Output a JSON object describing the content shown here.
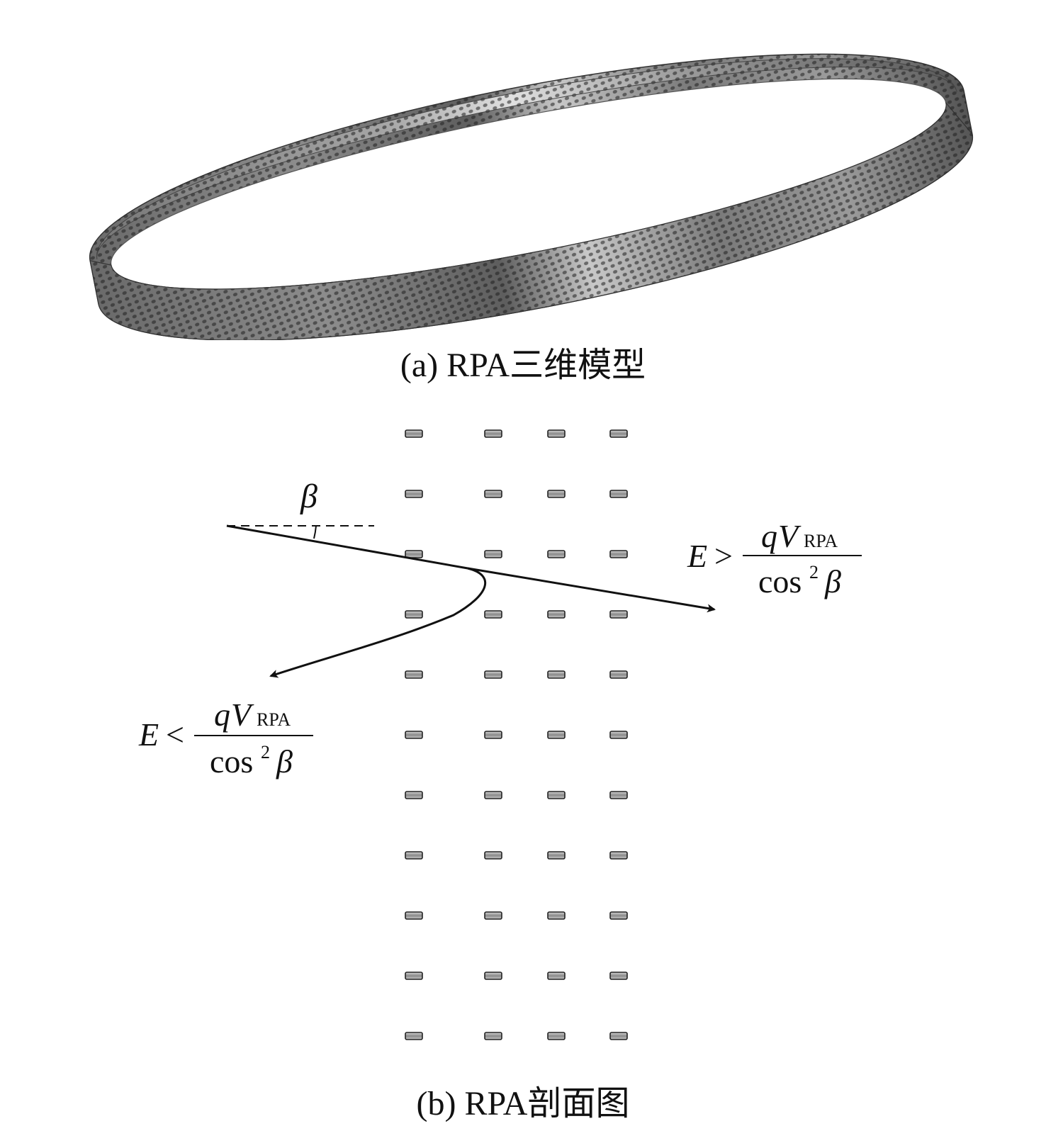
{
  "panel_a": {
    "caption": "(a) RPA三维模型",
    "ring_colors": {
      "light": "#d6d6d6",
      "mid": "#8a8a8a",
      "dark": "#3a3a3a"
    }
  },
  "panel_b": {
    "caption": "(b) RPA剖面图",
    "angle_label": "β",
    "grid": {
      "columns": 4,
      "rows": 11
    },
    "upper_condition": {
      "lhs": "E",
      "relation": ">",
      "numerator_q": "q",
      "numerator_v": "V",
      "numerator_sub": "RPA",
      "denominator_cos": "cos",
      "denominator_exp": "2",
      "denominator_beta": "β"
    },
    "lower_condition": {
      "lhs": "E",
      "relation": "<",
      "numerator_q": "q",
      "numerator_v": "V",
      "numerator_sub": "RPA",
      "denominator_cos": "cos",
      "denominator_exp": "2",
      "denominator_beta": "β"
    }
  }
}
